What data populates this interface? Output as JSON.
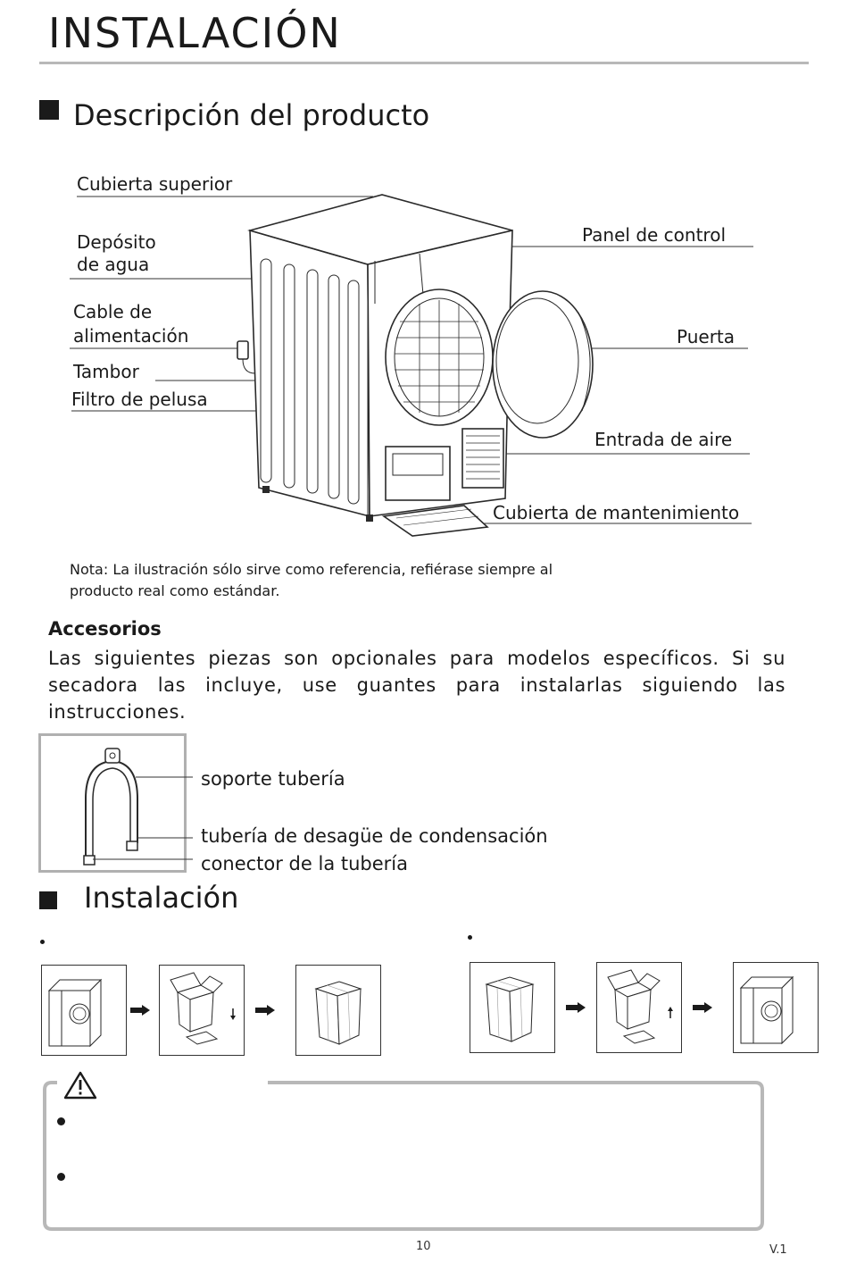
{
  "page": {
    "title": "INSTALACIÓN",
    "page_number": "10",
    "version": "V.1"
  },
  "product_description": {
    "heading": "Descripción del producto",
    "labels": {
      "top_cover": "Cubierta superior",
      "water_tank_1": "Depósito",
      "water_tank_2": "de agua",
      "power_cable_1": "Cable de",
      "power_cable_2": "alimentación",
      "drum": "Tambor",
      "lint_filter": "Filtro de pelusa",
      "control_panel": "Panel de control",
      "door": "Puerta",
      "air_inlet": "Entrada de aire",
      "maintenance_cover": "Cubierta de mantenimiento"
    },
    "note_1": "Nota: La ilustración sólo sirve como referencia, refiérase siempre al",
    "note_2": "producto real como estándar."
  },
  "accessories": {
    "heading": "Accesorios",
    "body": "Las siguientes piezas son opcionales para modelos específicos. Si su secadora las incluye, use guantes para instalarlas siguiendo las instrucciones.",
    "labels": {
      "pipe_support": "soporte tubería",
      "drain_pipe": "tubería de desagüe de condensación",
      "pipe_connector": "conector de la tubería"
    }
  },
  "installation": {
    "heading": "Instalación"
  },
  "icons": {
    "arrow": "arrow-right-icon",
    "warning": "warning-triangle-icon",
    "bullet": "bullet-icon"
  }
}
